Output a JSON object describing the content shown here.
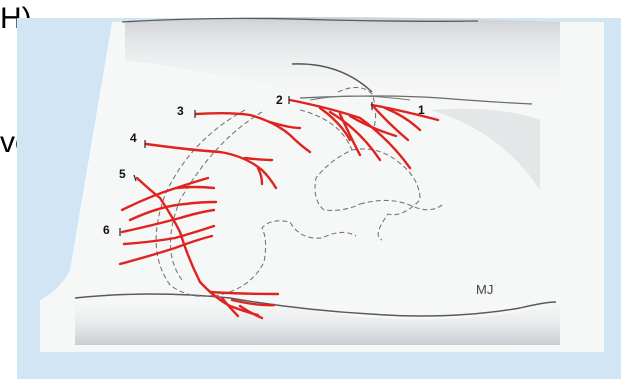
{
  "slide": {
    "partial_text_top": "H)",
    "partial_text_mid": "ve"
  },
  "figure": {
    "labels": [
      "1",
      "2",
      "3",
      "4",
      "5",
      "6"
    ],
    "signature": "MJ",
    "colors": {
      "background": "#d2e5f5",
      "paper": "#f6f7f7",
      "nerve": "#e0231f",
      "pencil": "#6a6a6a"
    }
  }
}
